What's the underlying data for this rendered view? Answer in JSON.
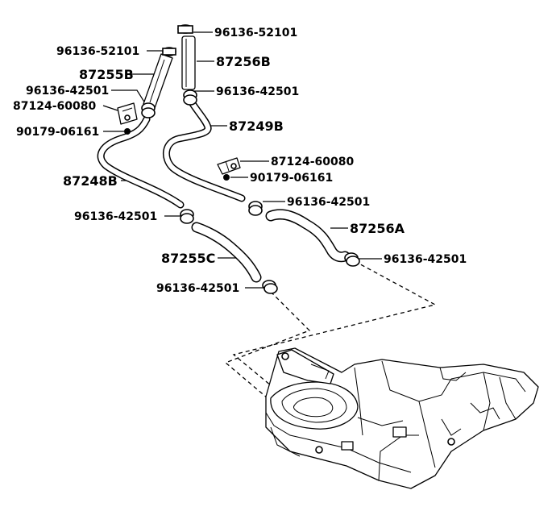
{
  "labels": {
    "clamp_top": "96136-52101",
    "clamp_left_top": "96136-52101",
    "hose_87256b": "87256B",
    "hose_87255b": "87255B",
    "clamp_96136_42501_a": "96136-42501",
    "clamp_96136_42501_b": "96136-42501",
    "bracket_87124_a": "87124-60080",
    "nut_90179_a": "90179-06161",
    "pipe_87249b": "87249B",
    "bracket_87124_b": "87124-60080",
    "nut_90179_b": "90179-06161",
    "pipe_87248b": "87248B",
    "clamp_96136_42501_c": "96136-42501",
    "clamp_96136_42501_d": "96136-42501",
    "hose_87256a": "87256A",
    "hose_87255c": "87255C",
    "clamp_96136_42501_e": "96136-42501",
    "clamp_96136_42501_f": "96136-42501"
  }
}
